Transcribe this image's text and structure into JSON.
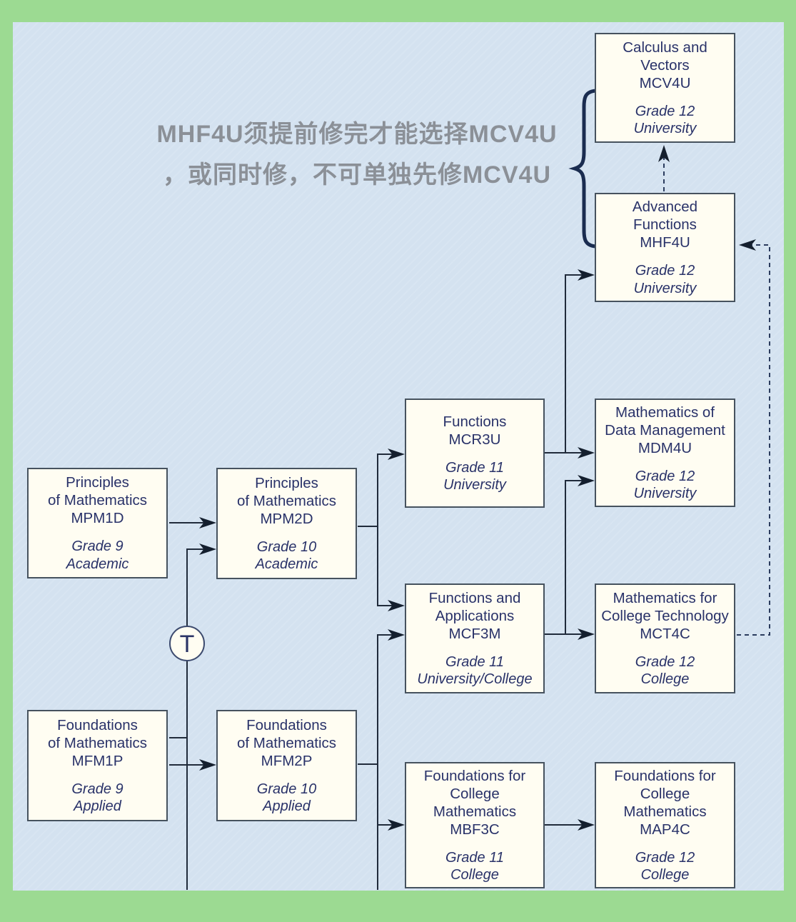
{
  "annotation": {
    "text": "MHF4U须提前修完才能选择MCV4U\n，或同时修，不可单独先修MCV4U"
  },
  "transfer_node": {
    "label": "T"
  },
  "courses": [
    {
      "id": "MCV4U",
      "title": "Calculus and\nVectors\nMCV4U",
      "grade": "Grade 12\nUniversity"
    },
    {
      "id": "MHF4U",
      "title": "Advanced\nFunctions\nMHF4U",
      "grade": "Grade 12\nUniversity"
    },
    {
      "id": "MCR3U",
      "title": "Functions\nMCR3U",
      "grade": "Grade 11\nUniversity"
    },
    {
      "id": "MDM4U",
      "title": "Mathematics of\nData Management\nMDM4U",
      "grade": "Grade 12\nUniversity"
    },
    {
      "id": "MPM1D",
      "title": "Principles\nof Mathematics\nMPM1D",
      "grade": "Grade 9\nAcademic"
    },
    {
      "id": "MPM2D",
      "title": "Principles\nof Mathematics\nMPM2D",
      "grade": "Grade 10\nAcademic"
    },
    {
      "id": "MCF3M",
      "title": "Functions and\nApplications\nMCF3M",
      "grade": "Grade 11\nUniversity/College"
    },
    {
      "id": "MCT4C",
      "title": "Mathematics for\nCollege Technology\nMCT4C",
      "grade": "Grade 12\nCollege"
    },
    {
      "id": "MFM1P",
      "title": "Foundations\nof Mathematics\nMFM1P",
      "grade": "Grade 9\nApplied"
    },
    {
      "id": "MFM2P",
      "title": "Foundations\nof Mathematics\nMFM2P",
      "grade": "Grade 10\nApplied"
    },
    {
      "id": "MBF3C",
      "title": "Foundations for\nCollege\nMathematics\nMBF3C",
      "grade": "Grade 11\nCollege"
    },
    {
      "id": "MAP4C",
      "title": "Foundations for\nCollege\nMathematics\nMAP4C",
      "grade": "Grade 12\nCollege"
    }
  ],
  "colors": {
    "frame_green": "#9cda92",
    "background_blue": "#d4e2f0",
    "box_fill": "#fffdf2",
    "box_border": "#46525e",
    "course_text": "#293269",
    "connector": "#202b3b",
    "annotation_gray": "#8b9097"
  }
}
